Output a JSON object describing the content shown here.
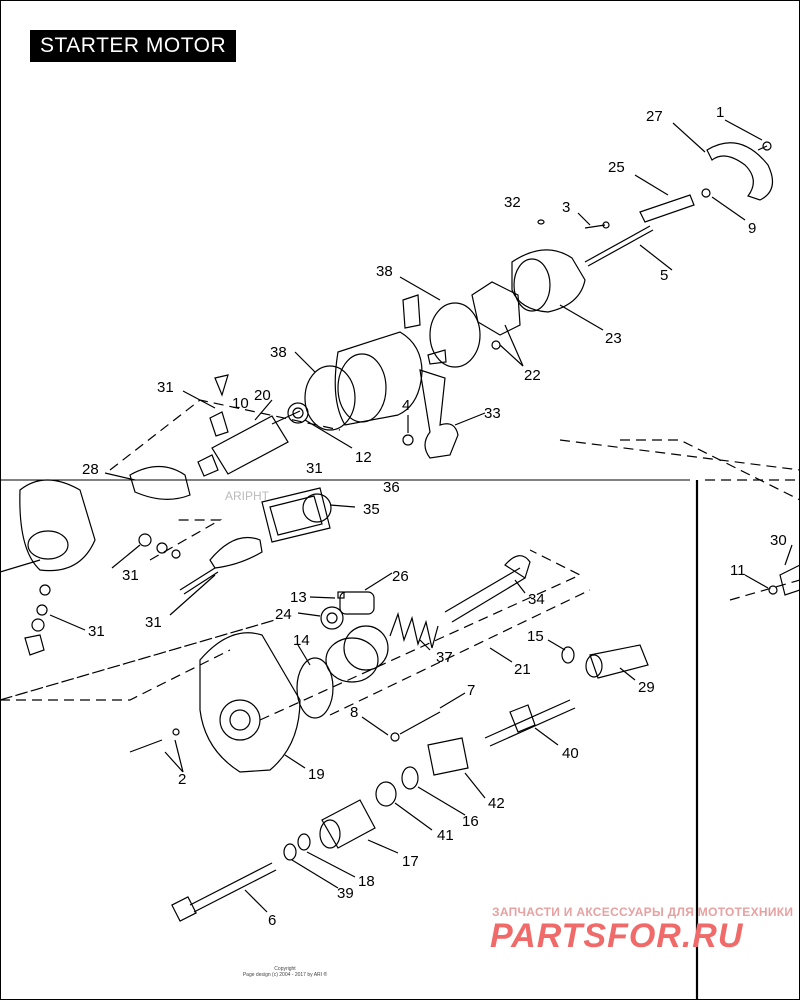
{
  "title": "STARTER MOTOR",
  "watermark": "ARIPHT",
  "copyright": {
    "line1": "Copyright",
    "line2": "Page design (c) 2004 - 2017 by ARI ®"
  },
  "footer": {
    "subtitle": "ЗАПЧАСТИ И АКСЕССУАРЫ ДЛЯ МОТОТЕХНИКИ",
    "brand": "PARTSFOR.RU"
  },
  "callouts": [
    "1",
    "2",
    "3",
    "4",
    "5",
    "6",
    "7",
    "8",
    "9",
    "10",
    "11",
    "12",
    "13",
    "14",
    "15",
    "16",
    "17",
    "18",
    "19",
    "20",
    "21",
    "22",
    "23",
    "24",
    "25",
    "26",
    "27",
    "28",
    "29",
    "30",
    "31",
    "32",
    "33",
    "34",
    "35",
    "36",
    "37",
    "38",
    "39",
    "40",
    "41",
    "42"
  ]
}
